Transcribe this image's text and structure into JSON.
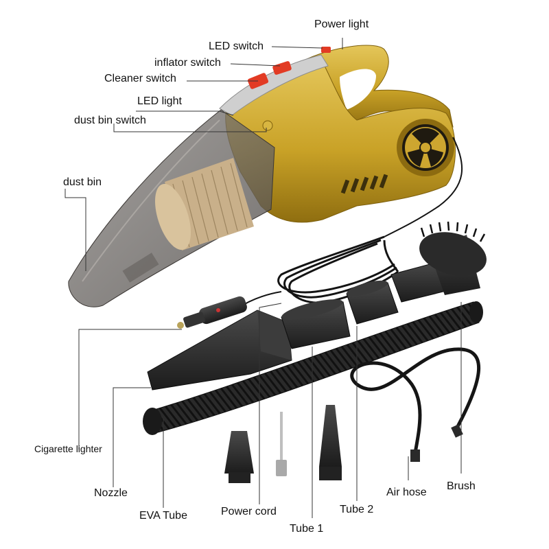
{
  "labels": {
    "power_light": "Power light",
    "led_switch": "LED switch",
    "inflator_switch": "inflator switch",
    "cleaner_switch": "Cleaner switch",
    "led_light": "LED light",
    "dust_bin_switch": "dust bin switch",
    "dust_bin": "dust bin",
    "cigarette_lighter": "Cigarette lighter",
    "nozzle": "Nozzle",
    "eva_tube": "EVA Tube",
    "power_cord": "Power cord",
    "tube_1": "Tube 1",
    "tube_2": "Tube 2",
    "air_hose": "Air hose",
    "brush": "Brush"
  },
  "colors": {
    "body": "#c9a227",
    "body_dark": "#9c7a12",
    "body_light": "#e2c456",
    "switch_red": "#e23b24",
    "bin_grey": "#6f6b68",
    "filter": "#c9b08a",
    "accessory": "#2b2b2b",
    "panel_silver": "#c9c9c9"
  },
  "icons": {
    "vacuum": "handheld-vacuum-illustration",
    "fan": "fan-grille-icon"
  }
}
